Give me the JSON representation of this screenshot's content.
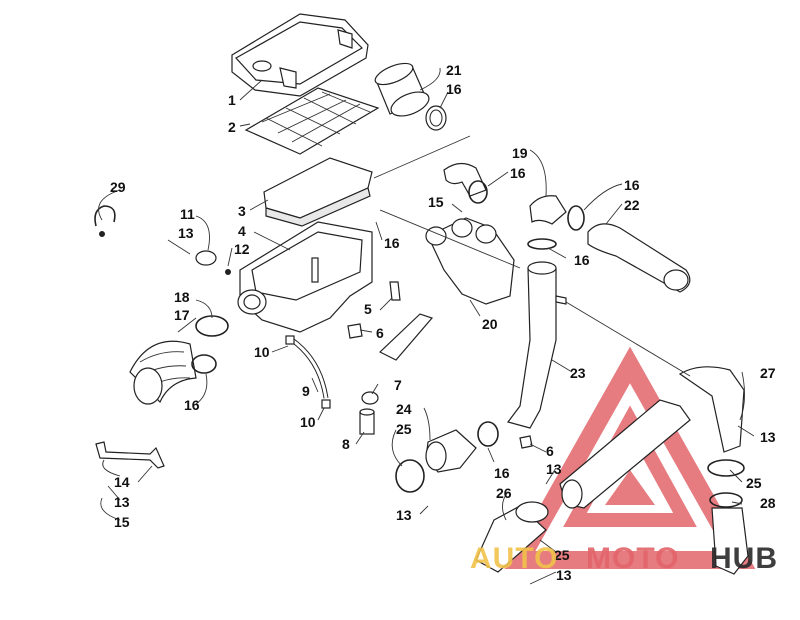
{
  "callouts": {
    "1": "1",
    "2": "2",
    "3": "3",
    "4": "4",
    "5": "5",
    "6a": "6",
    "6b": "6",
    "7": "7",
    "8": "8",
    "9": "9",
    "10a": "10",
    "10b": "10",
    "11": "11",
    "12": "12",
    "13a": "13",
    "13b": "13",
    "13c": "13",
    "13d": "13",
    "13e": "13",
    "13f": "13",
    "14": "14",
    "15a": "15",
    "15b": "15",
    "16a": "16",
    "16b": "16",
    "16c": "16",
    "16d": "16",
    "16e": "16",
    "16f": "16",
    "16g": "16",
    "17": "17",
    "18": "18",
    "19": "19",
    "20": "20",
    "21": "21",
    "22": "22",
    "23": "23",
    "24": "24",
    "25a": "25",
    "25b": "25",
    "25c": "25",
    "26": "26",
    "27": "27",
    "28": "28",
    "29": "29"
  },
  "watermark": {
    "part1": "AUTO",
    "part2": "MOTO",
    "part3": "HUB",
    "colors": {
      "auto": "#f1c24a",
      "moto": "#e2646a",
      "hub": "#2a2a2a"
    }
  }
}
